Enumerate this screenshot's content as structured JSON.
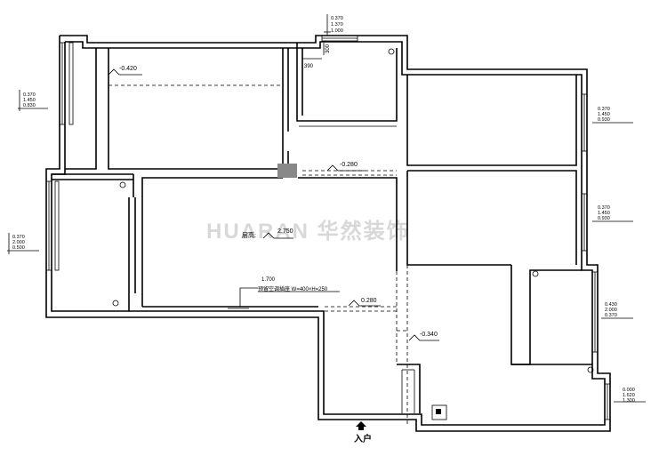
{
  "watermark": "HUARAN 华然装饰",
  "entrance_label": "入户",
  "room_labels": {
    "living_height": "层高:",
    "living_value": "2.750",
    "ac_note": "预留空调插座 W=400×H=250"
  },
  "elevations": {
    "master_bedroom": "-0.420",
    "hall": "-0.280",
    "ac_outlet_height": "1.700",
    "corridor": "0.280",
    "kitchen": "-0.340",
    "top_opening_width": "390",
    "top_opening_side": "300"
  },
  "window_specs": {
    "top": [
      "0.370",
      "1.370",
      "1.000"
    ],
    "left_upper": [
      "0.370",
      "1.450",
      "0.830"
    ],
    "left_lower": [
      "0.370",
      "2.000",
      "0.500"
    ],
    "right_upper": [
      "0.370",
      "1.450",
      "0.930"
    ],
    "right_middle": [
      "0.370",
      "1.450",
      "0.930"
    ],
    "right_lower": [
      "0.430",
      "2.000",
      "0.370"
    ],
    "right_bottom": [
      "0.000",
      "1.620",
      "1.300"
    ]
  }
}
